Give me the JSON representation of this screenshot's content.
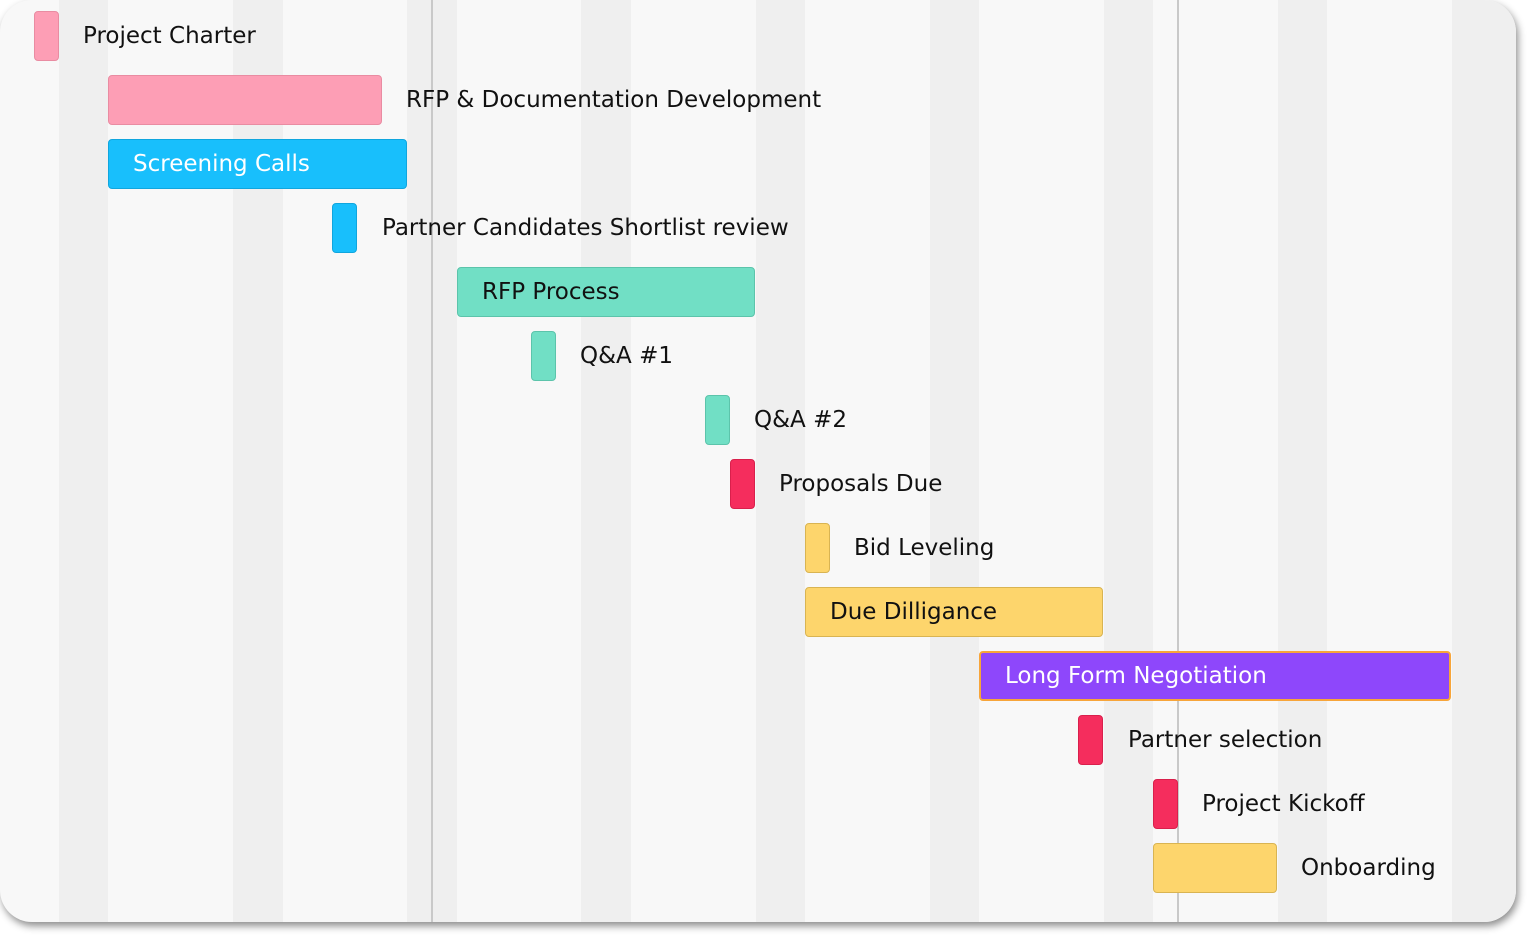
{
  "colors": {
    "pink": "#fd9eb5",
    "blue": "#18bffc",
    "teal": "#71dfc5",
    "red": "#f52d5d",
    "yellow": "#fdd56c",
    "purple": "#8e47fb"
  },
  "tasks": [
    {
      "label": "Project Charter",
      "color": "pink"
    },
    {
      "label": "RFP & Documentation Development",
      "color": "pink"
    },
    {
      "label": "Screening Calls",
      "color": "blue"
    },
    {
      "label": "Partner Candidates Shortlist review",
      "color": "blue"
    },
    {
      "label": "RFP Process",
      "color": "teal"
    },
    {
      "label": "Q&A #1",
      "color": "teal"
    },
    {
      "label": "Q&A #2",
      "color": "teal"
    },
    {
      "label": "Proposals Due",
      "color": "red"
    },
    {
      "label": "Bid Leveling",
      "color": "yellow"
    },
    {
      "label": "Due Dilligance",
      "color": "yellow"
    },
    {
      "label": "Long Form Negotiation",
      "color": "purple",
      "selected": true
    },
    {
      "label": "Partner selection",
      "color": "red"
    },
    {
      "label": "Project Kickoff",
      "color": "red"
    },
    {
      "label": "Onboarding",
      "color": "yellow"
    }
  ]
}
